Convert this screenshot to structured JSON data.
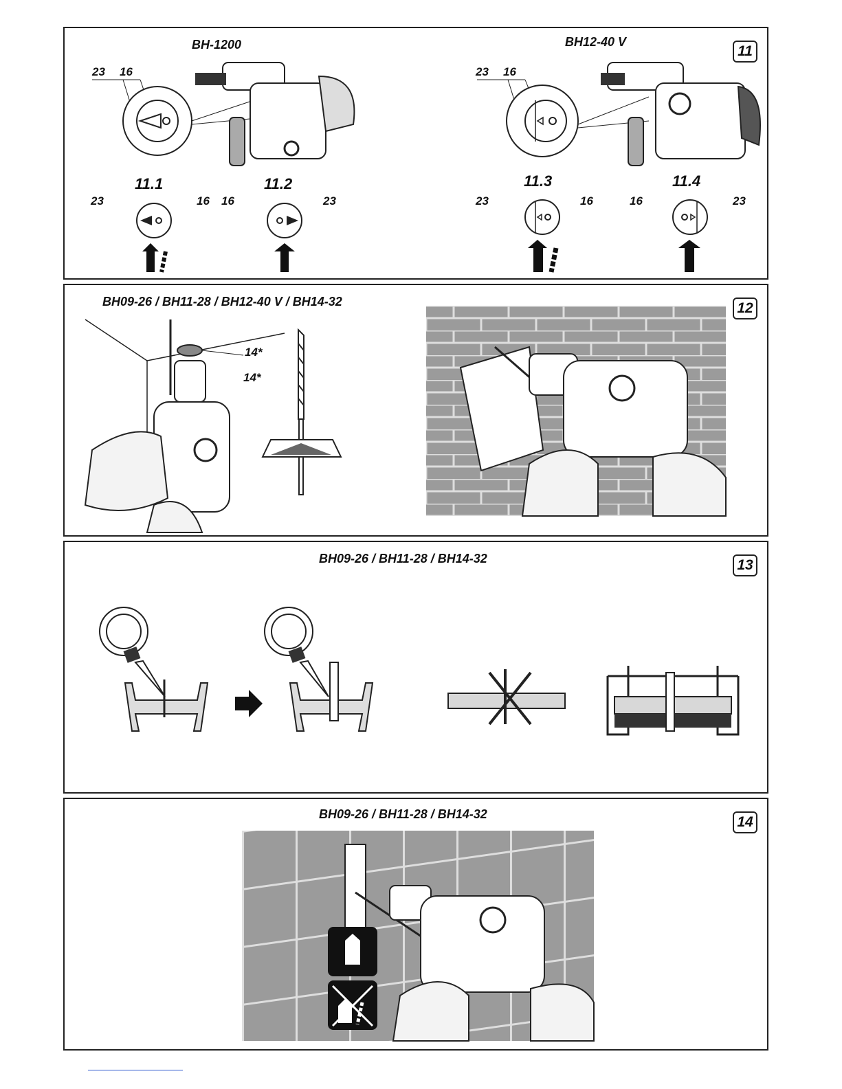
{
  "panel11": {
    "badge": "11",
    "model_left": "BH-1200",
    "model_right": "BH12-40 V",
    "sub_1": "11.1",
    "sub_2": "11.2",
    "sub_3": "11.3",
    "sub_4": "11.4",
    "callouts": {
      "n23": "23",
      "n16": "16"
    }
  },
  "panel12": {
    "badge": "12",
    "model": "BH09-26 / BH11-28 / BH12-40 V / BH14-32",
    "callout_a": "14*",
    "callout_b": "14*"
  },
  "panel13": {
    "badge": "13",
    "model": "BH09-26 / BH11-28 / BH14-32"
  },
  "panel14": {
    "badge": "14",
    "model": "BH09-26 / BH11-28 / BH14-32"
  },
  "colors": {
    "line": "#222222",
    "tile": "#9b9b9b",
    "grout": "#d9d9d9"
  }
}
